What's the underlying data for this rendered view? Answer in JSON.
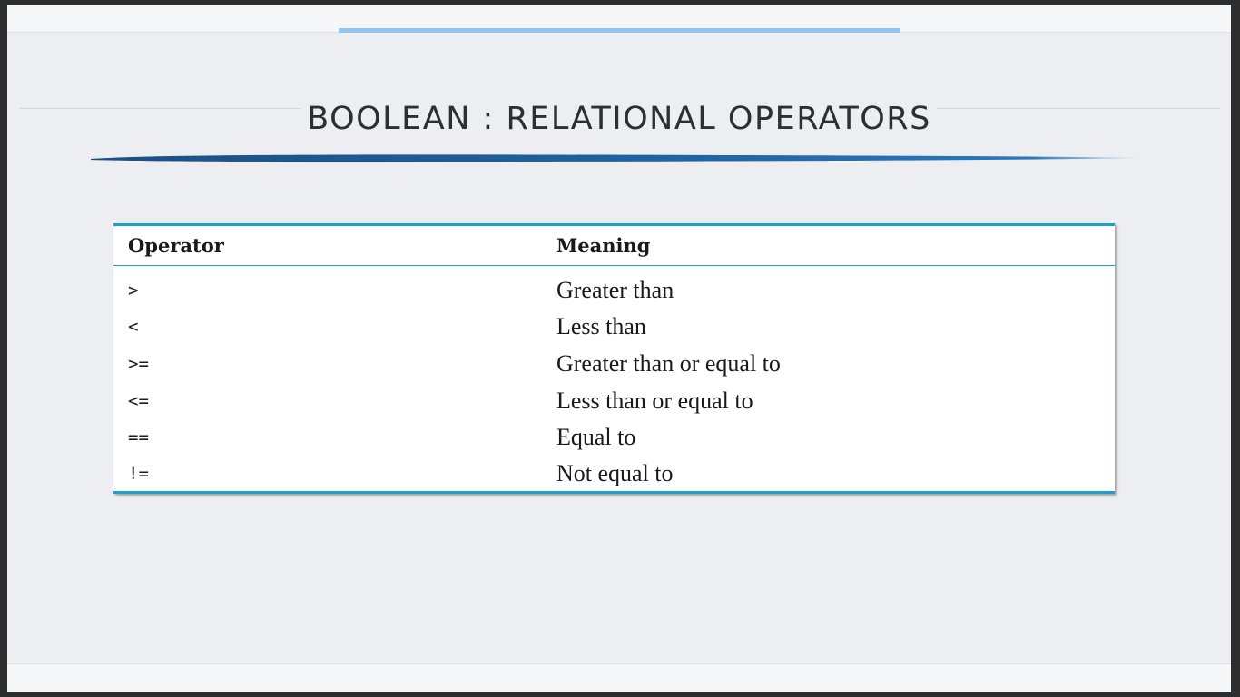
{
  "slide": {
    "title": "BOOLEAN : RELATIONAL OPERATORS"
  },
  "table": {
    "headers": {
      "operator": "Operator",
      "meaning": "Meaning"
    },
    "rows": [
      {
        "operator": ">",
        "meaning": "Greater than"
      },
      {
        "operator": "<",
        "meaning": "Less than"
      },
      {
        "operator": ">=",
        "meaning": "Greater than or equal to"
      },
      {
        "operator": "<=",
        "meaning": "Less than or equal to"
      },
      {
        "operator": "==",
        "meaning": "Equal to"
      },
      {
        "operator": "!=",
        "meaning": "Not equal to"
      }
    ]
  },
  "colors": {
    "accent": "#1ca0d0",
    "top_accent": "#92c4f2",
    "brush": "#1f5f9a",
    "background": "#eceef2"
  }
}
